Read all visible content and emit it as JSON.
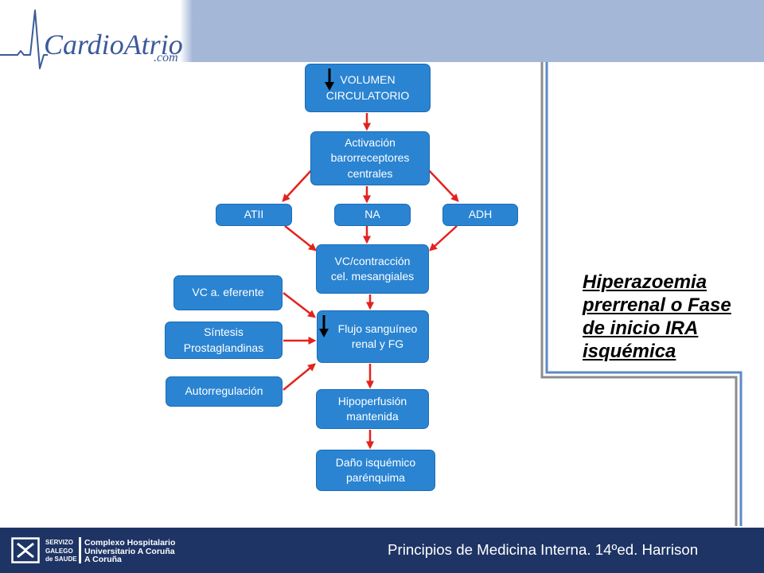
{
  "header": {
    "logo_name": "CardioAtrio",
    "logo_suffix": ".com"
  },
  "diagram": {
    "volumen": {
      "label": "VOLUMEN\nCIRCULATORIO",
      "icon": "down-arrow-icon"
    },
    "activacion": {
      "label": "Activación\nbarorreceptores\ncentrales"
    },
    "atii": {
      "label": "ATII"
    },
    "na": {
      "label": "NA"
    },
    "adh": {
      "label": "ADH"
    },
    "vc_contraccion": {
      "label": "VC/contracción\ncel. mesangiales"
    },
    "vc_eferente": {
      "label": "VC a. eferente"
    },
    "sintesis": {
      "label": "Síntesis\nProstaglandinas"
    },
    "autorregulacion": {
      "label": "Autorregulación"
    },
    "flujo": {
      "label": "Flujo sanguíneo\nrenal y FG",
      "icon": "down-arrow-icon"
    },
    "hipoperfusion": {
      "label": "Hipoperfusión\nmantenida"
    },
    "dano": {
      "label": "Daño isquémico\nparénquima"
    }
  },
  "side_note": {
    "text": "Hiperazoemia\nprerrenal o Fase\nde inicio IRA\nisquémica"
  },
  "footer": {
    "sergas": [
      "SERVIZO",
      "GALEGO",
      "de SAUDE"
    ],
    "hospital": [
      "Complexo Hospitalario",
      "Universitario A Coruña",
      "A Coruña"
    ],
    "citation": "Principios de Medicina Interna. 14ºed. Harrison"
  },
  "colors": {
    "header_band": "#a4b7d7",
    "logo_text": "#3c5a9a",
    "node_fill": "#2a84d2",
    "node_border": "#1b6cb6",
    "node_text": "#ffffff",
    "arrow": "#e3231e",
    "icon": "#000000",
    "side_note": "#000000",
    "frame_gray": "#8c8c8c",
    "frame_blue": "#5d88c6",
    "footer_band": "#1e3465",
    "footer_text": "#ffffff"
  }
}
